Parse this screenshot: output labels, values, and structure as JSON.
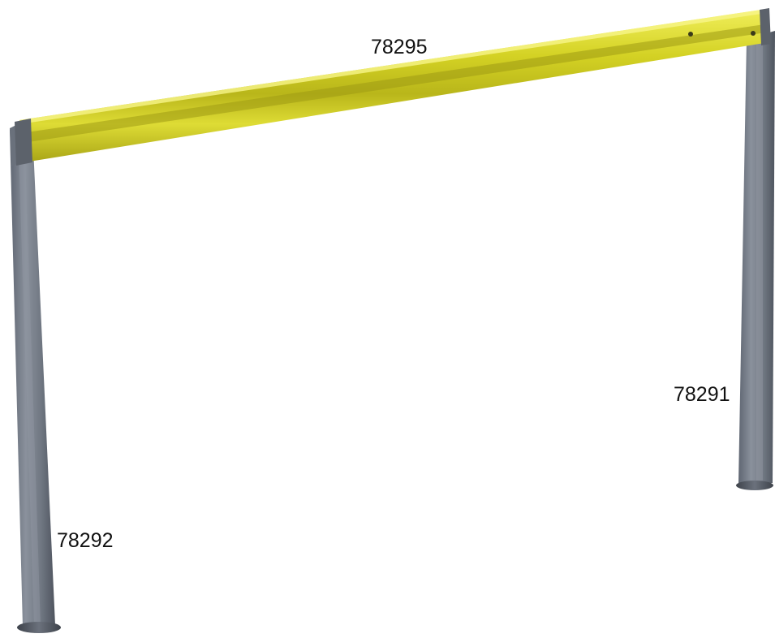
{
  "diagram": {
    "parts": [
      {
        "id": "rail",
        "part_number": "78295",
        "color": "#d9d827"
      },
      {
        "id": "right-post",
        "part_number": "78291",
        "color": "#737a85"
      },
      {
        "id": "left-post",
        "part_number": "78292",
        "color": "#737a85"
      }
    ],
    "labels": {
      "rail": "78295",
      "right_post": "78291",
      "left_post": "78292"
    }
  }
}
